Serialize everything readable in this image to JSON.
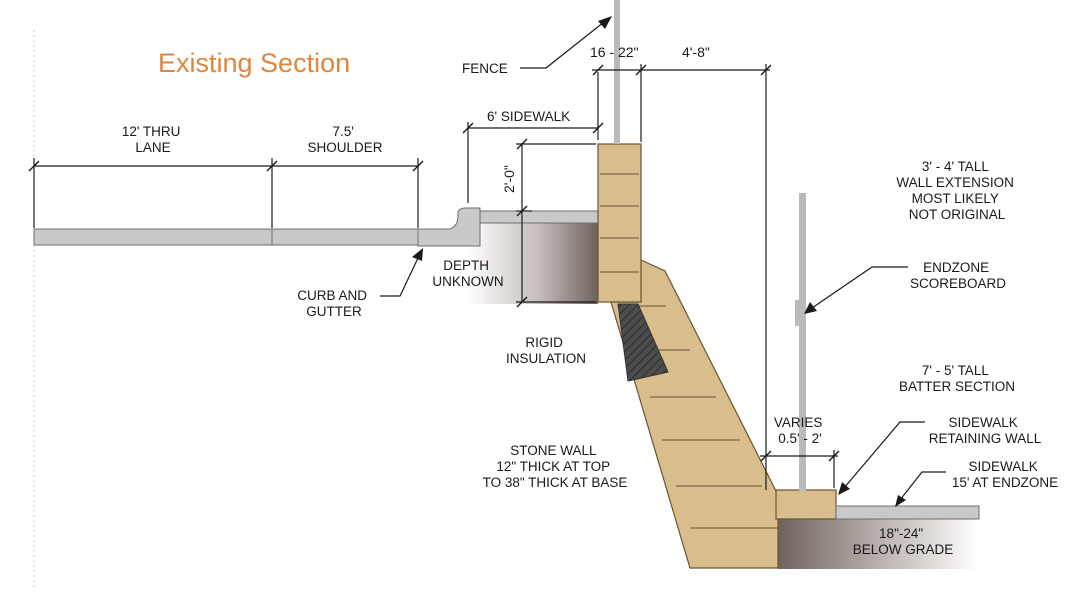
{
  "title": "Existing Section",
  "labels": {
    "fence": "FENCE",
    "sidewalk_width": "6' SIDEWALK",
    "curb_height": "2'-0\"",
    "thru_lane": [
      "12' THRU",
      "LANE"
    ],
    "shoulder": [
      "7.5'",
      "SHOULDER"
    ],
    "depth_unknown": [
      "DEPTH",
      "UNKNOWN"
    ],
    "curb_and_gutter": [
      "CURB AND",
      "GUTTER"
    ],
    "rigid_insulation": [
      "RIGID",
      "INSULATION"
    ],
    "stone_wall": [
      "STONE WALL",
      "12\" THICK AT TOP",
      "TO 38\" THICK AT BASE"
    ],
    "wall_top_width": "16 - 22\"",
    "wall_offset": "4'-8\"",
    "wall_extension": [
      "3' - 4' TALL",
      "WALL EXTENSION",
      "MOST LIKELY",
      "NOT ORIGINAL"
    ],
    "endzone_scoreboard": [
      "ENDZONE",
      "SCOREBOARD"
    ],
    "batter_section": [
      "7' - 5' TALL",
      "BATTER SECTION"
    ],
    "varies": [
      "VARIES",
      "0.5' - 2'"
    ],
    "sidewalk_retaining_wall": [
      "SIDEWALK",
      "RETAINING WALL"
    ],
    "sidewalk_endzone": [
      "SIDEWALK",
      "15' AT ENDZONE"
    ],
    "below_grade": [
      "18\"-24\"",
      "BELOW GRADE"
    ]
  },
  "colors": {
    "title": "#e0863a",
    "stone": "#d9bd8c",
    "stone_stroke": "#6b5433",
    "pavement": "#c8c9cb",
    "pavement_stroke": "#6d6e70",
    "insulation": "#555555",
    "fence_post": "#b9babc"
  }
}
